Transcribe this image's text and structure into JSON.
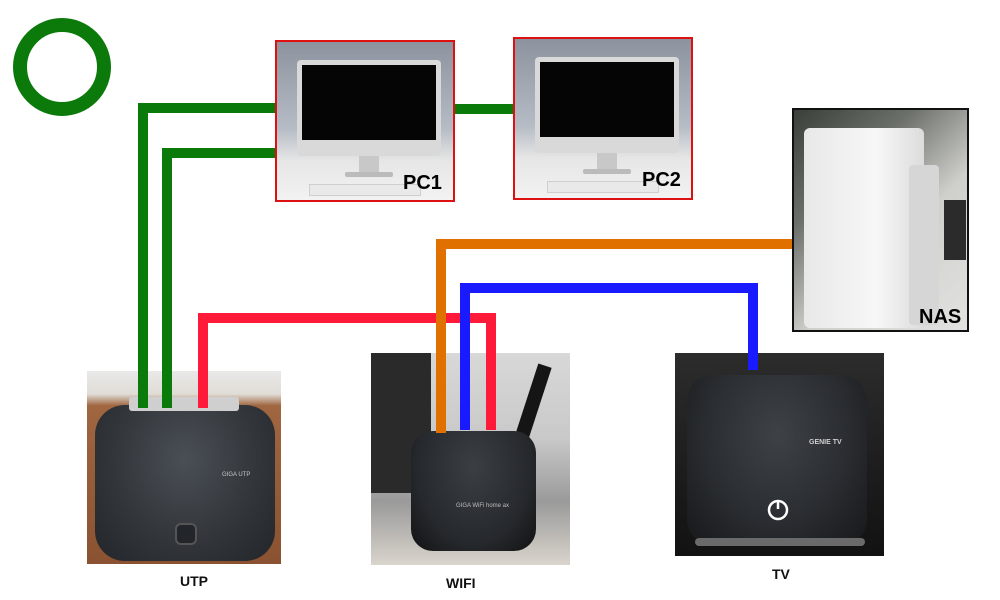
{
  "status_symbol": {
    "icon": "ok-circle-icon",
    "color": "#0b7a0b"
  },
  "devices": {
    "pc1": {
      "label": "PC1",
      "frame_color": "#dd1111"
    },
    "pc2": {
      "label": "PC2",
      "frame_color": "#dd1111"
    },
    "nas": {
      "label": "NAS"
    },
    "utp": {
      "label": "UTP",
      "brand": "GIGA UTP"
    },
    "wifi": {
      "label": "WIFI",
      "brand": "GIGA WiFi home ax"
    },
    "tv": {
      "label": "TV",
      "brand": "GENIE TV"
    }
  },
  "cables": {
    "green": "#0a7a0a",
    "red": "#ff1a3a",
    "orange": "#e07000",
    "blue": "#1a1aff"
  }
}
